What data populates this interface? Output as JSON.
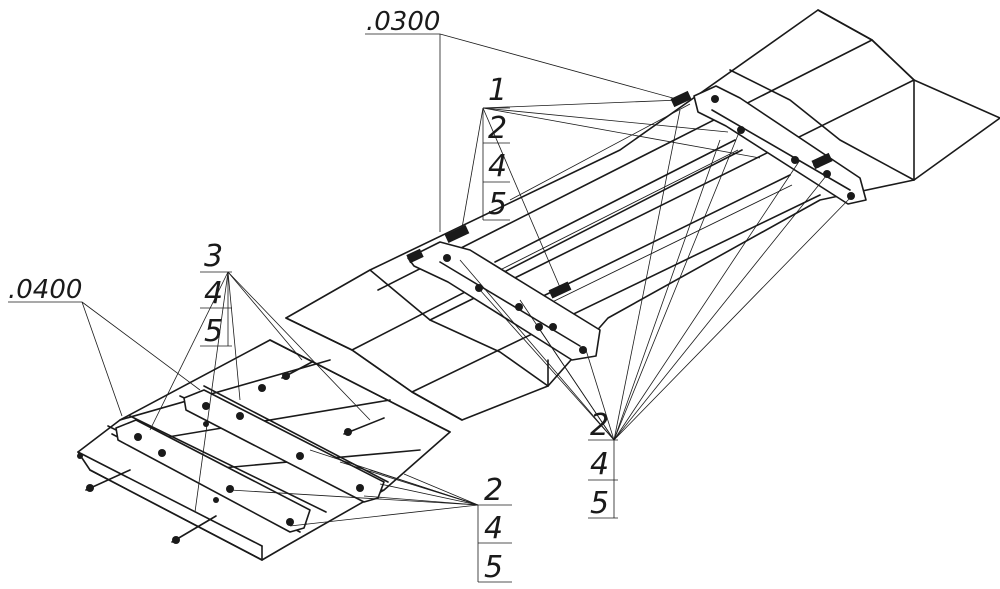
{
  "callouts": {
    "assembly_0300": ".0300",
    "assembly_0400": ".0400",
    "upper_stack": [
      "1",
      "2",
      "4",
      "5"
    ],
    "left_stack": [
      "3",
      "4",
      "5"
    ],
    "center_stack": [
      "2",
      "4",
      "5"
    ],
    "right_stack": [
      "2",
      "4",
      "5"
    ]
  }
}
